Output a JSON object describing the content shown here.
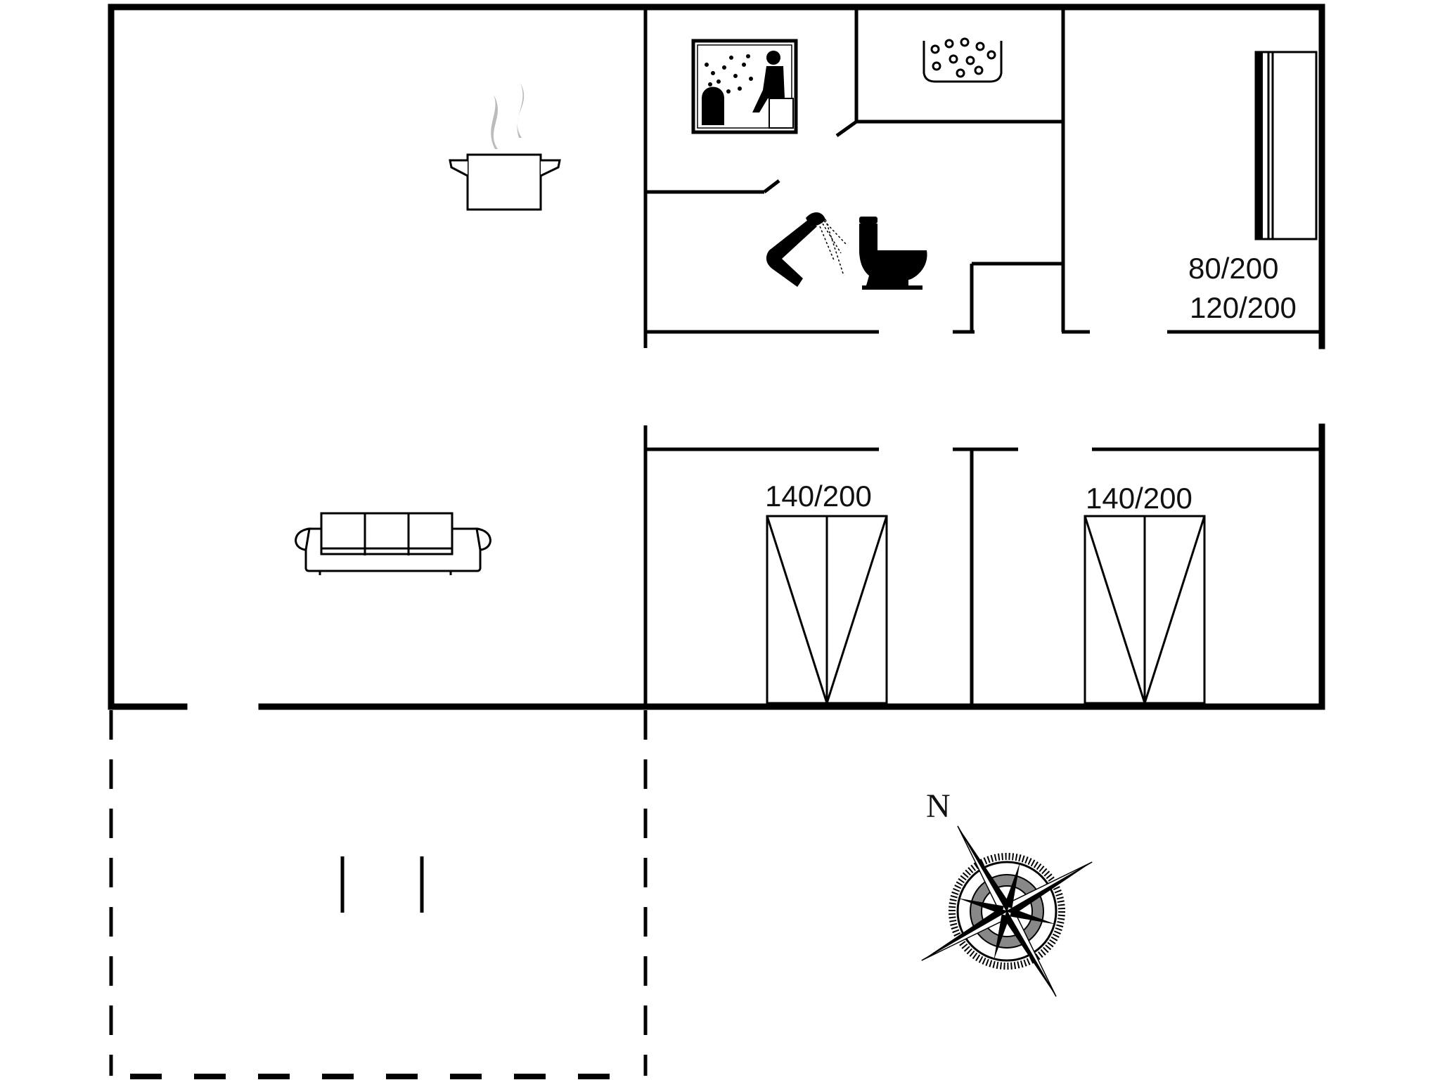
{
  "floorplan": {
    "bed_labels": {
      "single_bed": "80/200",
      "double_bed_hall": "120/200",
      "bedroom_a": "140/200",
      "bedroom_b": "140/200"
    },
    "compass": {
      "north_label": "N"
    },
    "icons": [
      "cooking-pot-icon",
      "sofa-icon",
      "sauna-icon",
      "whirlpool-icon",
      "shower-icon",
      "toilet-icon",
      "bed-icon",
      "compass-rose-icon"
    ],
    "colors": {
      "wall": "#000000",
      "steam": "#bbbbbb",
      "background": "#ffffff"
    }
  }
}
